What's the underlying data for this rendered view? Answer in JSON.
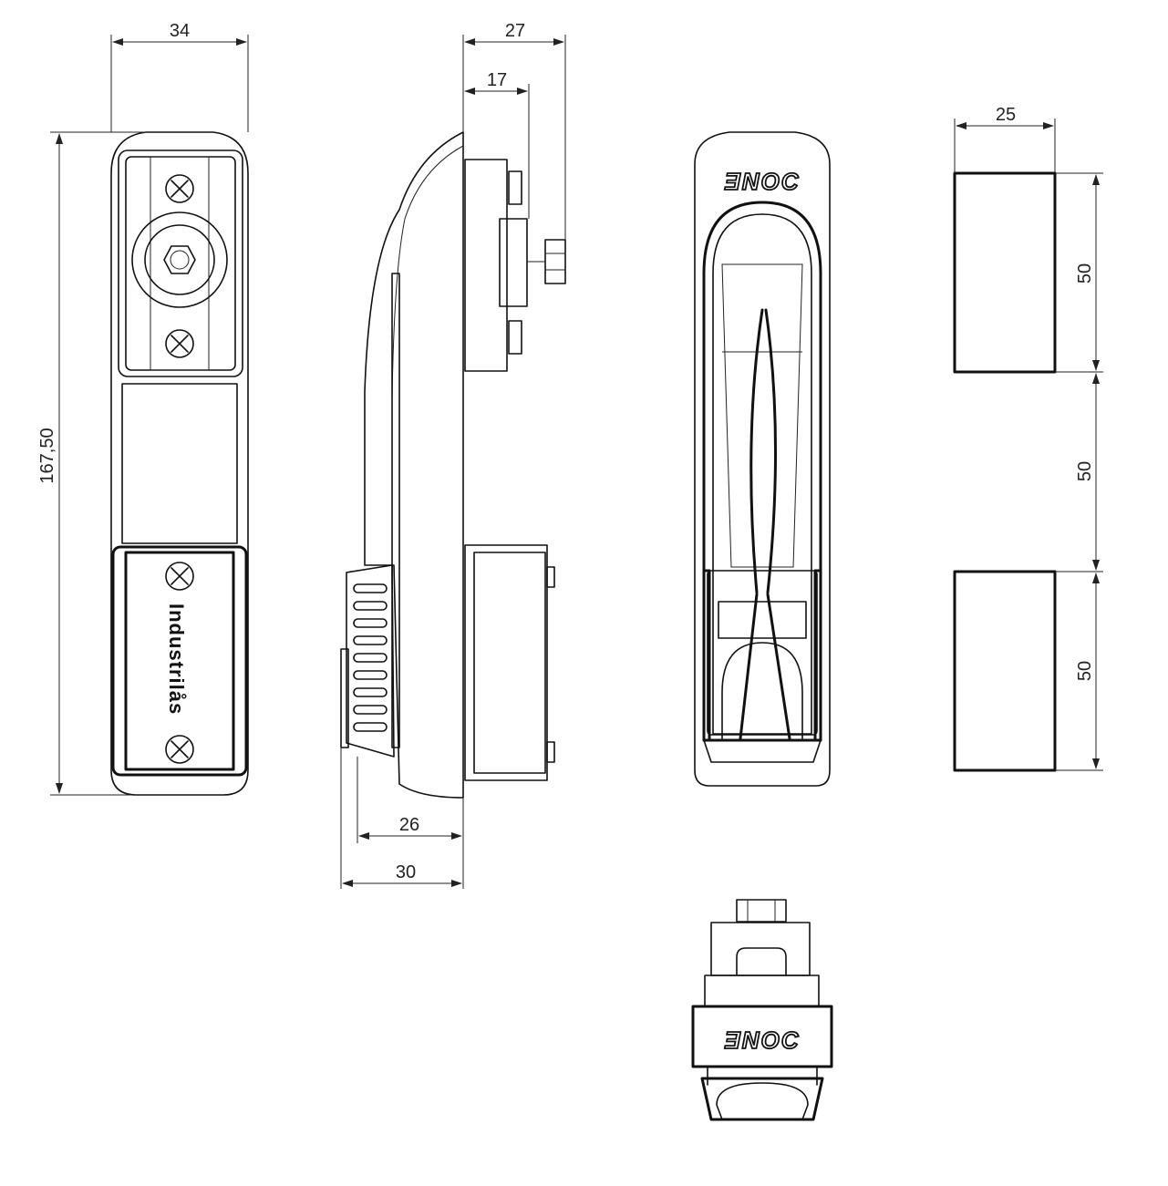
{
  "dimensions": {
    "front_width": "34",
    "front_height": "167,50",
    "side_depth_total": "27",
    "side_depth_body": "17",
    "side_bottom_inner": "26",
    "side_bottom_outer": "30",
    "cutout_width": "25",
    "cutout_height_top": "50",
    "cutout_gap": "50",
    "cutout_height_bottom": "50"
  },
  "labels": {
    "brand_mark": "ƎNOC",
    "front_panel_text": "Industrilås"
  }
}
